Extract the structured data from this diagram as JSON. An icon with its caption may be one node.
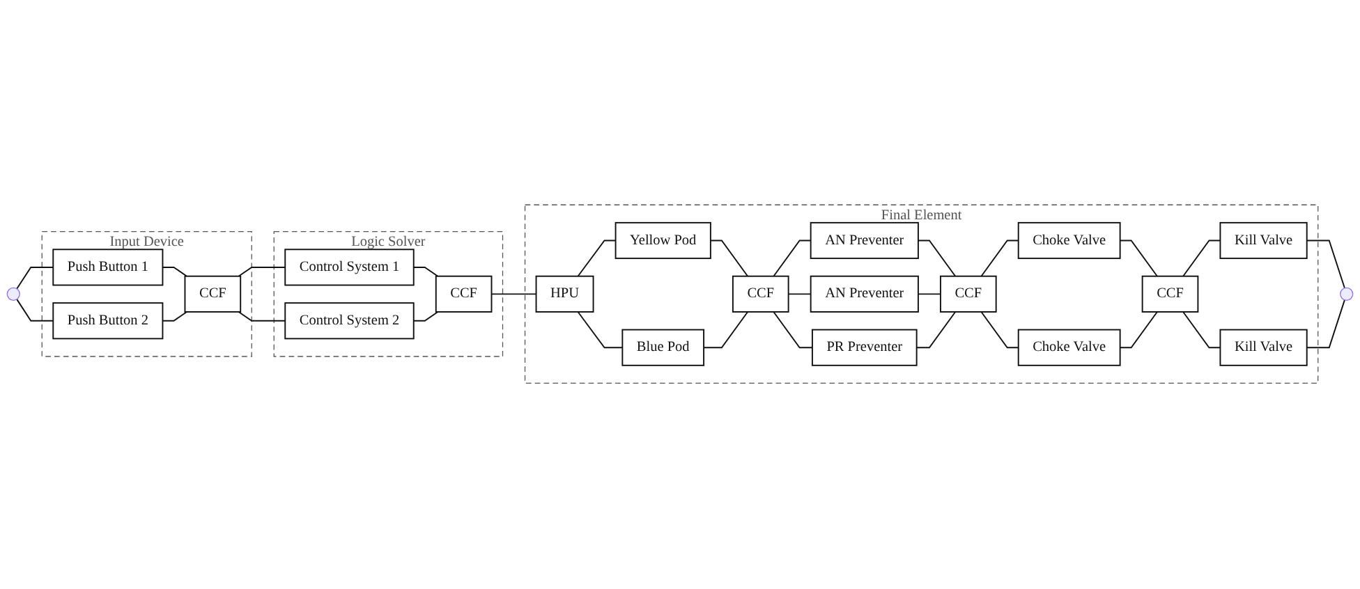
{
  "diagram": {
    "nodes": [
      {
        "text": [],
        "shape": "circle"
      },
      {
        "text": [
          "Input Device"
        ]
      },
      {
        "text": [
          "Push Button 1"
        ],
        "in": 1
      },
      {
        "text": [
          "Push Button 2"
        ],
        "in": 1
      },
      {
        "text": [
          "CCF"
        ],
        "in": 1
      },
      {
        "text": [
          "Logic Solver"
        ]
      },
      {
        "text": [
          "Control System 1"
        ],
        "in": 5
      },
      {
        "text": [
          "Control System 2"
        ],
        "in": 5
      },
      {
        "text": [
          "CCF"
        ],
        "in": 5
      },
      {
        "text": [
          "Final Element"
        ]
      },
      {
        "text": [
          "HPU"
        ],
        "in": 9
      },
      {
        "text": [
          "Yellow Pod"
        ],
        "in": 9
      },
      {
        "text": [
          "Blue Pod"
        ],
        "in": 9
      },
      {
        "text": [
          "CCF"
        ],
        "in": 9
      },
      {
        "text": [
          "AN Preventer"
        ],
        "in": 9
      },
      {
        "text": [
          "AN Preventer"
        ],
        "in": 9
      },
      {
        "text": [
          "PR Preventer"
        ],
        "in": 9
      },
      {
        "text": [
          "CCF"
        ],
        "in": 9
      },
      {
        "text": [
          "Choke Valve"
        ],
        "in": 9
      },
      {
        "text": [
          "Choke Valve"
        ],
        "in": 9
      },
      {
        "text": [
          "CCF"
        ],
        "in": 9
      },
      {
        "text": [
          "Kill Valve"
        ],
        "in": 9
      },
      {
        "text": [
          "Kill Valve"
        ],
        "in": 9
      },
      {
        "text": [],
        "shape": "circle"
      }
    ],
    "edges": [
      {
        "from": 0,
        "to": 2,
        "arrow": "none"
      },
      {
        "from": 0,
        "to": 3,
        "arrow": "none"
      },
      {
        "from": 2,
        "to": 4,
        "arrow": "none"
      },
      {
        "from": 3,
        "to": 4,
        "arrow": "none"
      },
      {
        "from": 4,
        "to": 6,
        "arrow": "none"
      },
      {
        "from": 4,
        "to": 7,
        "arrow": "none"
      },
      {
        "from": 6,
        "to": 8,
        "arrow": "none"
      },
      {
        "from": 7,
        "to": 8,
        "arrow": "none"
      },
      {
        "from": 8,
        "to": 10,
        "arrow": "none"
      },
      {
        "from": 10,
        "to": 11,
        "arrow": "none"
      },
      {
        "from": 10,
        "to": 12,
        "arrow": "none"
      },
      {
        "from": 11,
        "to": 13,
        "arrow": "none"
      },
      {
        "from": 12,
        "to": 13,
        "arrow": "none"
      },
      {
        "from": 13,
        "to": 14,
        "arrow": "none"
      },
      {
        "from": 13,
        "to": 15,
        "arrow": "none"
      },
      {
        "from": 13,
        "to": 16,
        "arrow": "none"
      },
      {
        "from": 14,
        "to": 17,
        "arrow": "none"
      },
      {
        "from": 15,
        "to": 17,
        "arrow": "none"
      },
      {
        "from": 16,
        "to": 17,
        "arrow": "none"
      },
      {
        "from": 17,
        "to": 18,
        "arrow": "none"
      },
      {
        "from": 17,
        "to": 19,
        "arrow": "none"
      },
      {
        "from": 18,
        "to": 20,
        "arrow": "none"
      },
      {
        "from": 19,
        "to": 20,
        "arrow": "none"
      },
      {
        "from": 20,
        "to": 21,
        "arrow": "none"
      },
      {
        "from": 20,
        "to": 22,
        "arrow": "none"
      },
      {
        "from": 21,
        "to": 23,
        "arrow": "none"
      },
      {
        "from": 22,
        "to": 23,
        "arrow": "none"
      }
    ]
  }
}
